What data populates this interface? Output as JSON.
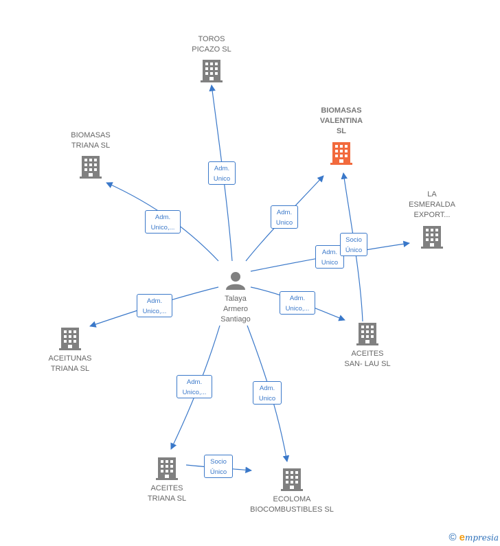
{
  "colors": {
    "edge": "#3a78c9",
    "building": "#808080",
    "focus_building": "#f26a3d"
  },
  "person": {
    "label": "Talaya\nArmero\nSantiago",
    "icon": "person-icon"
  },
  "companies": [
    {
      "id": "toros",
      "label": "TOROS\nPICAZO  SL",
      "icon": "building-icon"
    },
    {
      "id": "biomasas-valentina",
      "label": "BIOMASAS\nVALENTINA\nSL",
      "icon": "building-icon",
      "focus": true
    },
    {
      "id": "biomasas-triana",
      "label": "BIOMASAS\nTRIANA  SL",
      "icon": "building-icon"
    },
    {
      "id": "la-esmeralda",
      "label": "LA\nESMERALDA\nEXPORT...",
      "icon": "building-icon"
    },
    {
      "id": "aceites-san-lau",
      "label": "ACEITES\nSAN- LAU SL",
      "icon": "building-icon"
    },
    {
      "id": "aceitunas-triana",
      "label": "ACEITUNAS\nTRIANA  SL",
      "icon": "building-icon"
    },
    {
      "id": "aceites-triana",
      "label": "ACEITES\nTRIANA  SL",
      "icon": "building-icon"
    },
    {
      "id": "ecoloma",
      "label": "ECOLOMA\nBIOCOMBUSTIBLES SL",
      "icon": "building-icon"
    }
  ],
  "relations": [
    {
      "id": "r-toros",
      "label": "Adm.\nUnico"
    },
    {
      "id": "r-biomasas-valentina",
      "label": "Adm.\nUnico"
    },
    {
      "id": "r-biomasas-triana",
      "label": "Adm.\nUnico,..."
    },
    {
      "id": "r-la-esmeralda",
      "label": "Adm.\nUnico"
    },
    {
      "id": "r-socio-valentina",
      "label": "Socio\nÚnico"
    },
    {
      "id": "r-aceites-san-lau",
      "label": "Adm.\nUnico,..."
    },
    {
      "id": "r-aceitunas-triana",
      "label": "Adm.\nUnico,..."
    },
    {
      "id": "r-aceites-triana",
      "label": "Adm.\nUnico,..."
    },
    {
      "id": "r-ecoloma",
      "label": "Adm.\nUnico"
    },
    {
      "id": "r-socio-ecoloma",
      "label": "Socio\nÚnico"
    }
  ],
  "footer": {
    "copyright": "©",
    "brand_initial": "e",
    "brand_rest": "mpresia"
  }
}
